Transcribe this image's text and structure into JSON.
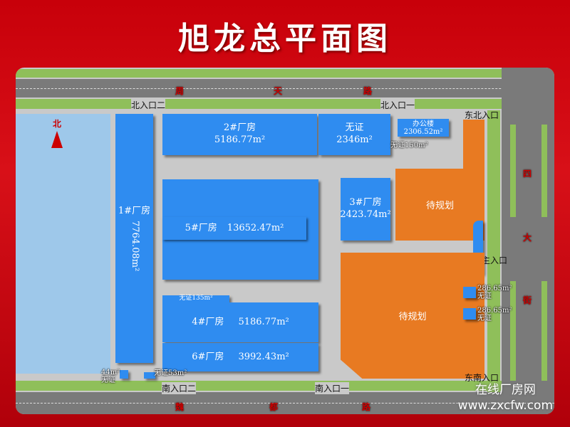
{
  "title": "旭龙总平面图",
  "roads": {
    "north": [
      "周",
      "天",
      "路"
    ],
    "east": [
      "四",
      "大",
      "街"
    ],
    "south": [
      "魏",
      "都",
      "路"
    ]
  },
  "entrances": {
    "n2": "北入口二",
    "n1": "北入口一",
    "ne": "东北入口",
    "main": "主入口",
    "se": "东南入口",
    "s2": "南入口二",
    "s1": "南入口一"
  },
  "compass": "北",
  "buildings": {
    "b1": {
      "name": "1#厂房",
      "area": "7764.08m²"
    },
    "b2": {
      "name": "2#厂房",
      "area": "5186.77m²"
    },
    "unlicensed_top": {
      "name": "无证",
      "area": "2346m²"
    },
    "office": {
      "name": "办公楼",
      "area": "2306.52m²"
    },
    "unlicensed150": "无证150m²",
    "b3": {
      "name": "3#厂房",
      "area": "2423.74m²"
    },
    "b5": {
      "name": "5#厂房",
      "area": "13652.47m²"
    },
    "unlicensed135": "无证135m²",
    "b4": {
      "name": "4#厂房",
      "area": "5186.77m²"
    },
    "b6": {
      "name": "6#厂房",
      "area": "3992.43m²"
    },
    "small44": {
      "area": "44m²",
      "note": "无证"
    },
    "unlicensed53": "无证53m²",
    "east1": {
      "area": "286.65m²",
      "note": "无证"
    },
    "east2": {
      "area": "286.65m²",
      "note": "无证"
    }
  },
  "planned": "待规划",
  "watermark": {
    "line1": "在线厂房网",
    "line2": "www.zxcfw.com"
  },
  "colors": {
    "building": "#2f8cf0",
    "planned": "#e87a22",
    "background": "#c8000a"
  }
}
